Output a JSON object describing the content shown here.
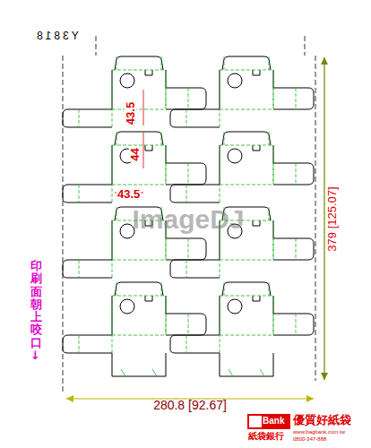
{
  "diagram": {
    "labels": [
      "Y3818",
      "43.5",
      "44",
      "43.5",
      "379 [125.07]",
      "280.8 [92.67]",
      "印刷面朝上咬口↓",
      "ImageDJ",
      "Bank",
      "優質好紙袋",
      "紙袋銀行",
      "www.bagbank.com.tw",
      "0800-347-888"
    ]
  }
}
